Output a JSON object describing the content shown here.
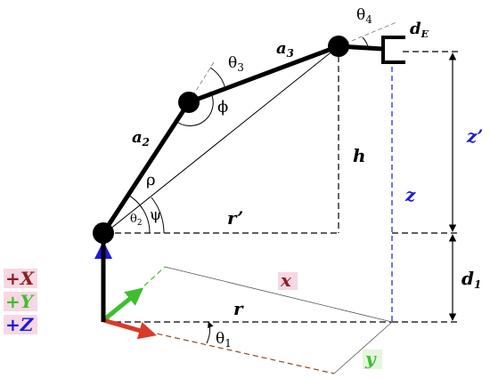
{
  "legend": {
    "x": {
      "text": "+X",
      "color": "#8b1f1f",
      "bg": "#f7d7e3"
    },
    "y": {
      "text": "+Y",
      "color": "#3dbf2f",
      "bg": "#f7d7e3"
    },
    "z": {
      "text": "+Z",
      "color": "#1b1bd6",
      "bg": "#f7d7e3"
    }
  },
  "labels": {
    "a2": {
      "main": "a",
      "sub": "2"
    },
    "a3": {
      "main": "a",
      "sub": "3"
    },
    "dE": {
      "main": "d",
      "sub": "E"
    },
    "theta1": {
      "main": "θ",
      "sub": "1"
    },
    "theta2": {
      "main": "θ",
      "sub": "2"
    },
    "theta3": {
      "main": "θ",
      "sub": "3"
    },
    "theta4": {
      "main": "θ",
      "sub": "4"
    },
    "phi": "ϕ",
    "rho": "ρ",
    "psi": "ψ",
    "h": "h",
    "r_prime": "r’",
    "r": "r",
    "x": "x",
    "y": "y",
    "z": "z",
    "z_prime": "z’",
    "d1": {
      "main": "d",
      "sub": "1"
    }
  },
  "colors": {
    "link": "#000000",
    "z_axis": "#1b1bd6",
    "y_axis": "#3dbf2f",
    "x_axis": "#d93a2a",
    "ground_line": "#8b4a1f",
    "z_label": "#1b1bd6",
    "x_label": "#8b1f1f",
    "y_label": "#3dbf2f",
    "label_highlight": "#f7d7e3",
    "y_label_bg": "#e6f5df"
  }
}
